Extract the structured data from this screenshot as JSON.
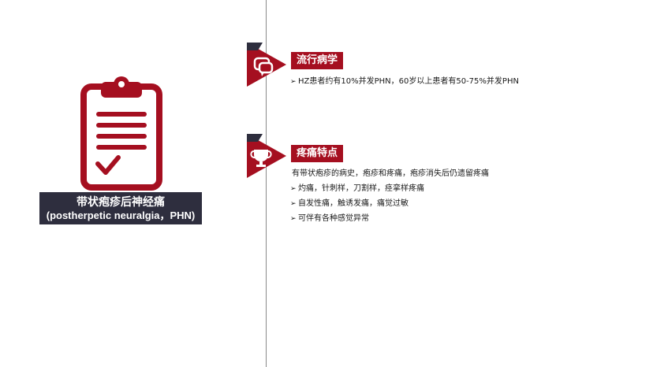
{
  "left_panel": {
    "title_cn": "带状疱疹后神经痛",
    "title_en": "(postherpetic  neuralgia，PHN)",
    "icon": "clipboard-check-icon"
  },
  "sections": [
    {
      "heading": "流行病学",
      "icon": "speech-bubbles-icon",
      "intro": "",
      "bullets": [
        "HZ患者约有10%并发PHN，60岁以上患者有50-75%并发PHN"
      ]
    },
    {
      "heading": "疼痛特点",
      "icon": "trophy-icon",
      "intro": "有带状疱疹的病史，疱疹和疼痛，疱疹消失后仍遗留疼痛",
      "bullets": [
        "灼痛，针刺样，刀割样，痉挛样疼痛",
        "自发性痛，触诱发痛，痛觉过敏",
        "可伴有各种感觉异常"
      ]
    }
  ],
  "bullet_glyph": "➢",
  "colors": {
    "accent": "#a50f20",
    "dark": "#2e2e3e",
    "divider": "#8a8a8a"
  }
}
